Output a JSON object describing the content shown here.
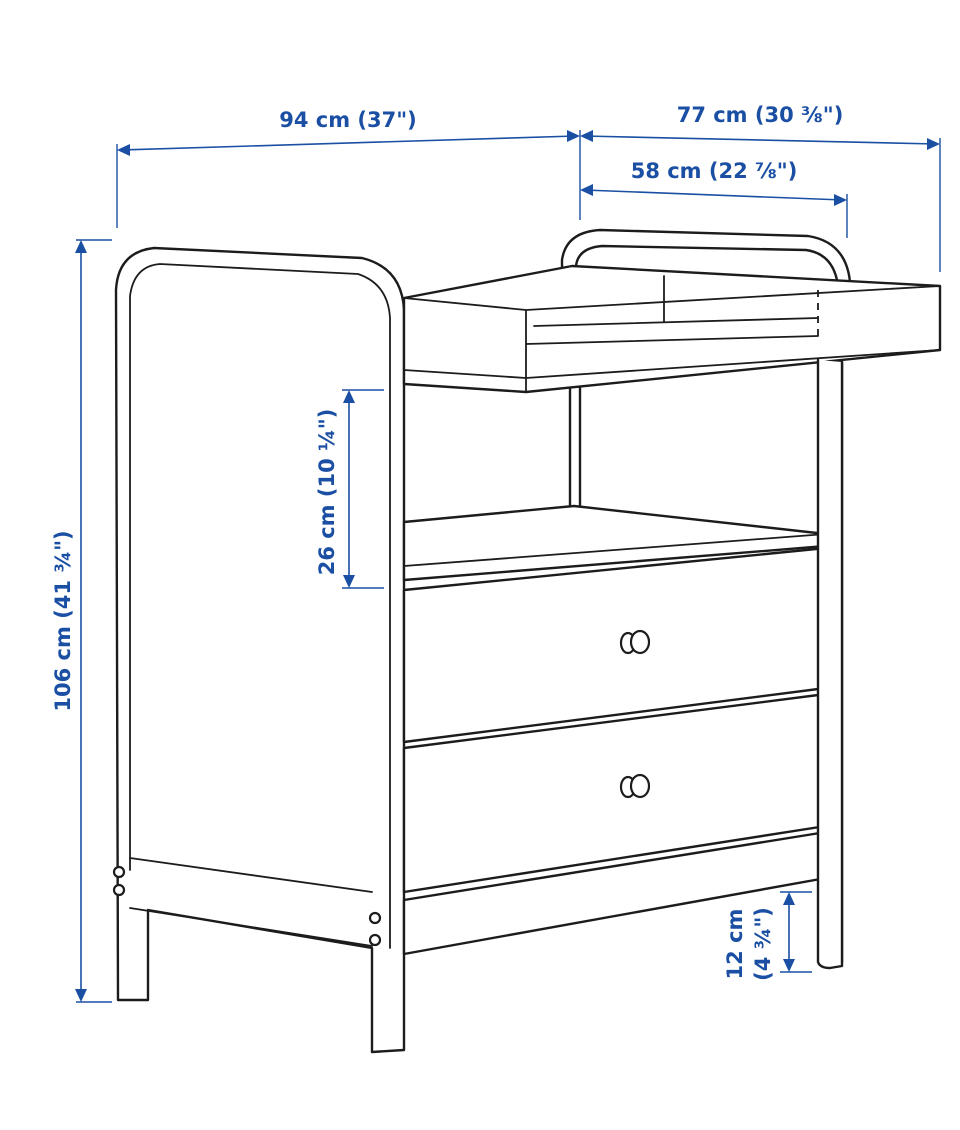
{
  "dimensions": {
    "width_total": "94 cm (37\")",
    "depth_total": "77 cm (30 ⅜\")",
    "depth_top": "58 cm (22 ⅞\")",
    "height_total": "106 cm (41 ¾\")",
    "shelf_opening": "26 cm (10 ¼\")",
    "leg_clearance_cm": "12 cm",
    "leg_clearance_in": "(4 ¾\")"
  },
  "colors": {
    "dimension": "#1a4fa3",
    "outline": "#1c1c1c",
    "background": "#ffffff"
  }
}
